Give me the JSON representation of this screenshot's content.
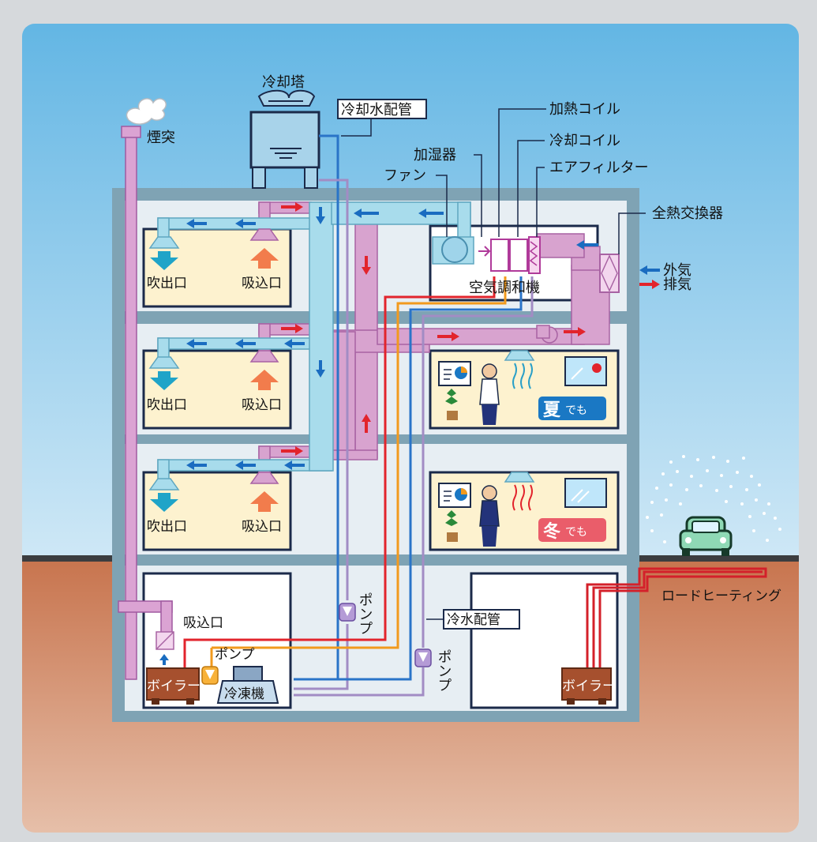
{
  "labels": {
    "cooling_tower": "冷却塔",
    "cooling_water_pipe": "冷却水配管",
    "chimney": "煙突",
    "heating_coil": "加熱コイル",
    "humidifier": "加湿器",
    "cooling_coil": "冷却コイル",
    "fan": "ファン",
    "air_filter": "エアフィルター",
    "total_heat_exchanger": "全熱交換器",
    "outside_air": "外気",
    "exhaust": "排気",
    "air_conditioner": "空気調和機",
    "outlet": "吹出口",
    "inlet": "吸込口",
    "summer": "夏",
    "winter": "冬",
    "demo": "でも",
    "pump": "ポンプ",
    "chilled_water_pipe": "冷水配管",
    "boiler": "ボイラー",
    "chiller": "冷凍機",
    "road_heating": "ロードヒーティング"
  },
  "colors": {
    "sky_top": "#6bbbe6",
    "sky_bottom": "#c9e6f6",
    "ground_top": "#c97a55",
    "ground_bottom": "#e3b7a0",
    "building_frame": "#7fa3b4",
    "floor_inside": "#e8eff4",
    "room": "#fdf2cf",
    "duct_supply": "#aadcec",
    "duct_return": "#d8a2cf",
    "arrow_blue": "#1a6cc0",
    "arrow_red": "#e2242c",
    "pipe_orange": "#f29a1e",
    "summer_badge": "#1a78c4",
    "winter_badge": "#ea5d6a"
  }
}
